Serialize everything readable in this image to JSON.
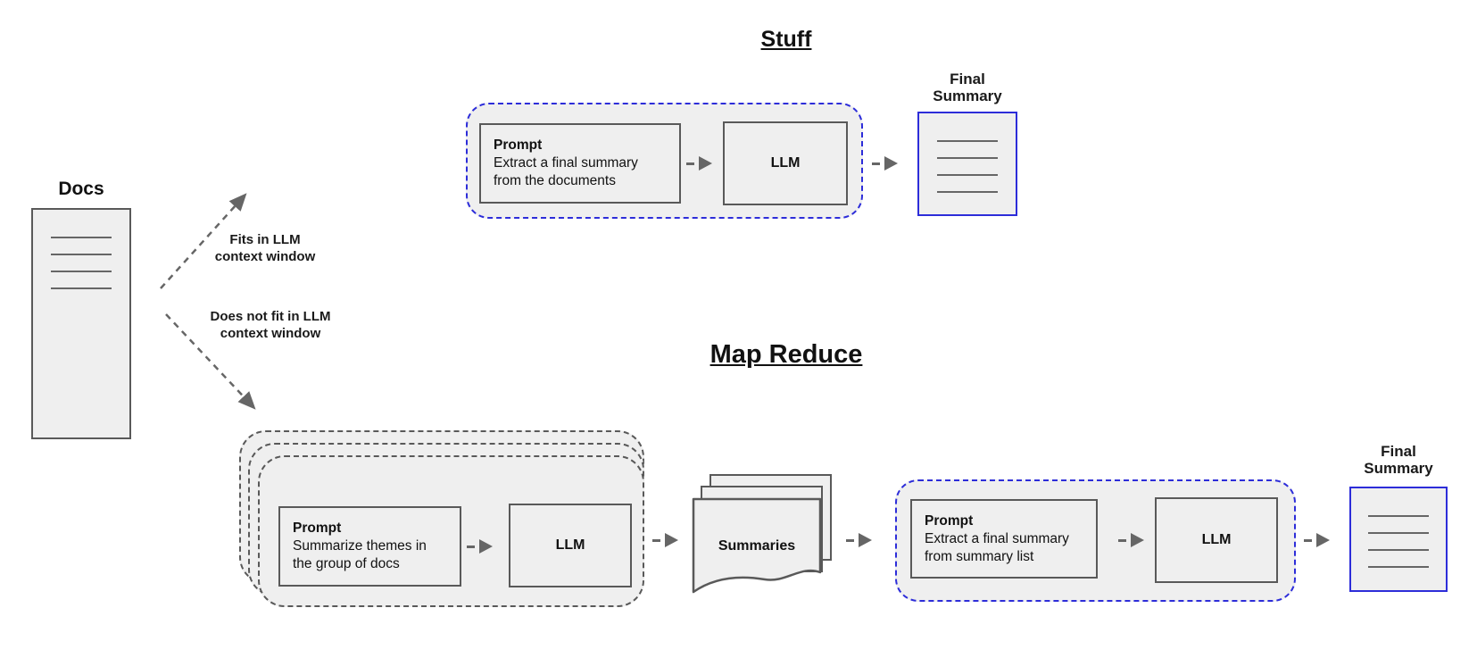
{
  "colors": {
    "accent_blue": "#2d2dd9",
    "box_border": "#595959",
    "node_fill": "#efefef",
    "arrow_gray": "#666666",
    "text": "#111111"
  },
  "docs": {
    "label": "Docs"
  },
  "branches": {
    "fits_line1": "Fits in LLM",
    "fits_line2": "context window",
    "no_fit_line1": "Does not fit in LLM",
    "no_fit_line2": "context window"
  },
  "stuff": {
    "title": "Stuff",
    "prompt": {
      "title": "Prompt",
      "line1": "Extract a final summary",
      "line2": "from the documents"
    },
    "llm": "LLM",
    "output": {
      "line1": "Final",
      "line2": "Summary"
    }
  },
  "map_reduce": {
    "title": "Map Reduce",
    "map_prompt": {
      "title": "Prompt",
      "line1": "Summarize themes in",
      "line2": "the group of docs"
    },
    "map_llm": "LLM",
    "summaries": "Summaries",
    "reduce_prompt": {
      "title": "Prompt",
      "line1": "Extract a final summary",
      "line2": "from summary list"
    },
    "reduce_llm": "LLM",
    "output": {
      "line1": "Final",
      "line2": "Summary"
    }
  }
}
